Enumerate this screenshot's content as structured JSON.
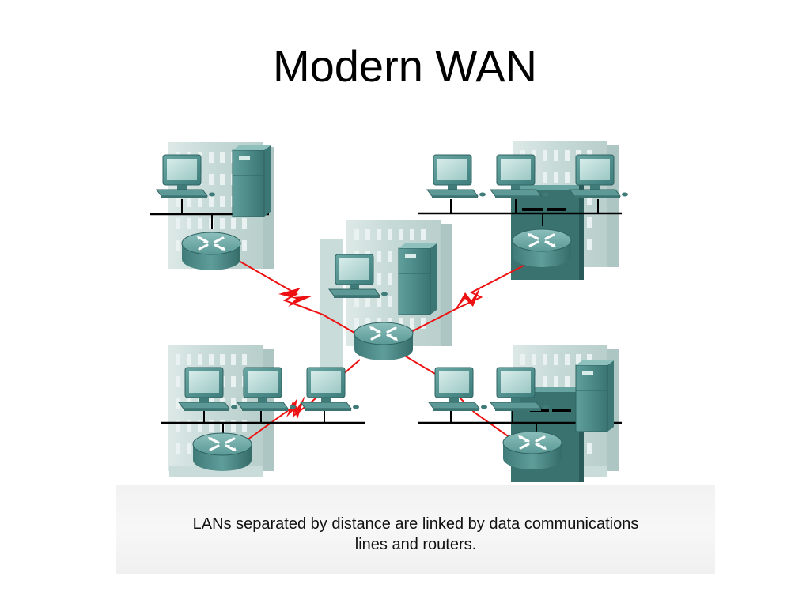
{
  "slide": {
    "title": "Modern WAN",
    "caption_line1": "LANs separated by distance are linked by data communications",
    "caption_line2": "lines and routers."
  },
  "icons": {
    "building": "building-icon",
    "workstation": "workstation-icon",
    "server": "server-icon",
    "router": "router-icon",
    "wan-link": "lightning-serial-link-icon"
  },
  "colors": {
    "wan_link": "#ee1111",
    "lan_bus": "#000000",
    "equipment": "#4e8f8e",
    "building": "#c9dcd9"
  }
}
